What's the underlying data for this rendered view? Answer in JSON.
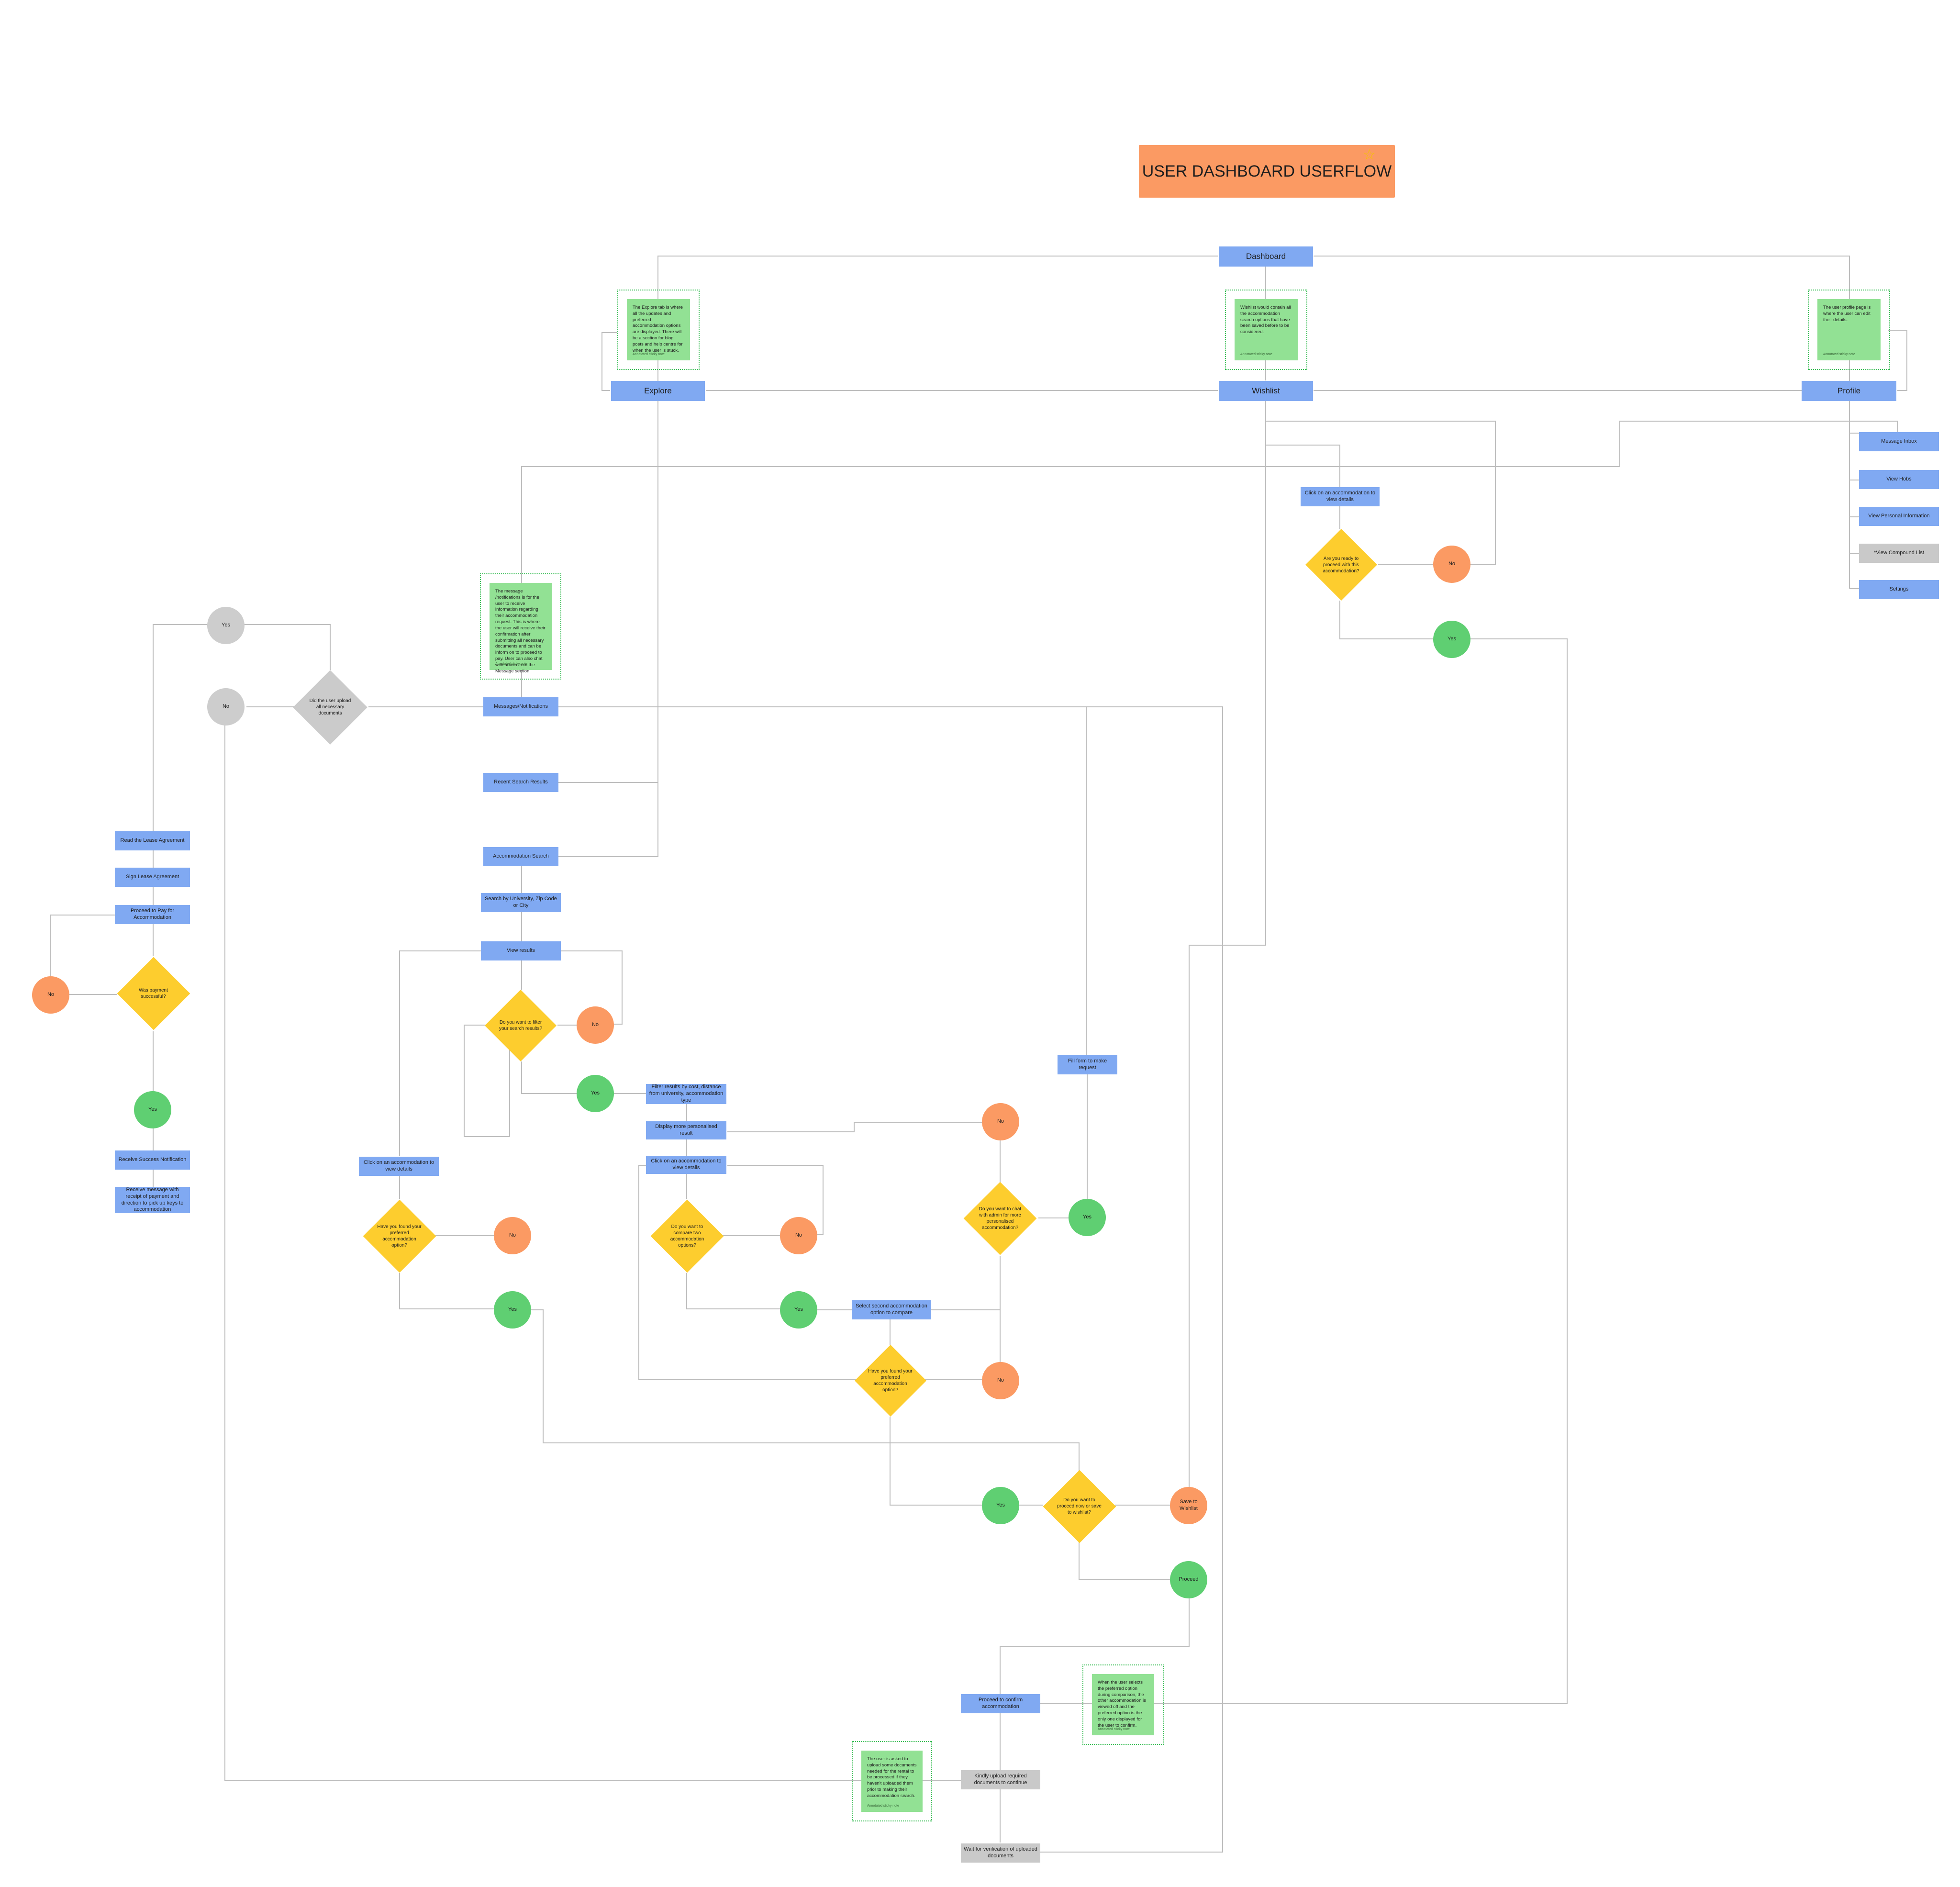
{
  "title": "USER DASHBOARD USERFLOW",
  "nodes": {
    "dashboard": "Dashboard",
    "explore": "Explore",
    "wishlist": "Wishlist",
    "profile": "Profile",
    "message_inbox": "Message Inbox",
    "view_hobs": "View Hobs",
    "view_personal_info": "View Personal Information",
    "view_compound_list": "*View Compound List",
    "settings": "Settings",
    "click_accommodation_wishlist": "Click on an accommodation to view details",
    "ready_proceed": "Are you ready to proceed with this accommodation?",
    "messages_notifications": "Messages/Notifications",
    "did_user_upload": "Did the user upload all necessary documents",
    "recent_search_results": "Recent Search Results",
    "accommodation_search": "Accommodation Search",
    "search_by": "Search by University, Zip Code or City",
    "view_results": "View results",
    "filter_question": "Do you want to filter your search results?",
    "filter_results": "Filter results by cost, distance from university, accommodation type",
    "display_personalised": "Display more personalised result",
    "click_accommodation_main": "Click on an accommodation to view details",
    "click_accommodation_left": "Click on an accommodation to view details",
    "found_preferred_left": "Have you found your preferred accommodation option?",
    "compare_two": "Do you want to compare two accommodation options?",
    "select_second": "Select second accommodation option to compare",
    "found_preferred_mid": "Have you found your preferred accommodation option?",
    "chat_admin": "Do you want to chat with admin for more personalised accommodation?",
    "fill_form": "Fill form to make request",
    "proceed_or_save": "Do you want to proceed now or save to wishlist?",
    "proceed_confirm": "Proceed to confirm accommodation",
    "kindly_upload": "Kindly upload required documents to continue",
    "wait_verification": "Wait for verification of uploaded documents",
    "read_lease": "Read the Lease Agreement",
    "sign_lease": "Sign Lease Agreement",
    "proceed_pay": "Proceed to Pay for Accommodation",
    "payment_successful": "Was payment successful?",
    "receive_success": "Receive Success Notification",
    "receive_message": "Receive message with receipt of payment and direction to pick up keys to accommodation"
  },
  "circles": {
    "yes": "Yes",
    "no": "No",
    "save_to_wishlist": "Save to Wishlist",
    "proceed": "Proceed"
  },
  "notes": {
    "explore": "The Explore tab is where all the updates and preferred accommodation options are displayed. There will be a section for blog posts and help centre for when the user is stuck.",
    "wishlist": "Wishlist would contain all the accommodation search options that have been saved before to be considered.",
    "profile": "The user profile page is where the user can edit their details.",
    "messages": "The message /notifications is for the user to receive information regarding their accommodation request. This is where the user will receive their confirmation after submitting all necessary documents and can be inform on to proceed to pay. User can also chat with admin from the Message section.",
    "confirm": "When the user selects the preferred option during comparison, the other accommodation is viewed off and the preferred option is the only one displayed for the user to confirm.",
    "upload": "The user is asked to upload some documents needed for the rental to be processed if they haven't uploaded them prior to making their accommodation search.",
    "author": "Annotated sticky note"
  },
  "colors": {
    "blue": "#80a9f2",
    "orange": "#fb9a63",
    "green": "#5fcf72",
    "yellow": "#fdcd2e",
    "gray": "#c9c9c9",
    "note": "#92e194",
    "connector": "#b9b9b9"
  }
}
